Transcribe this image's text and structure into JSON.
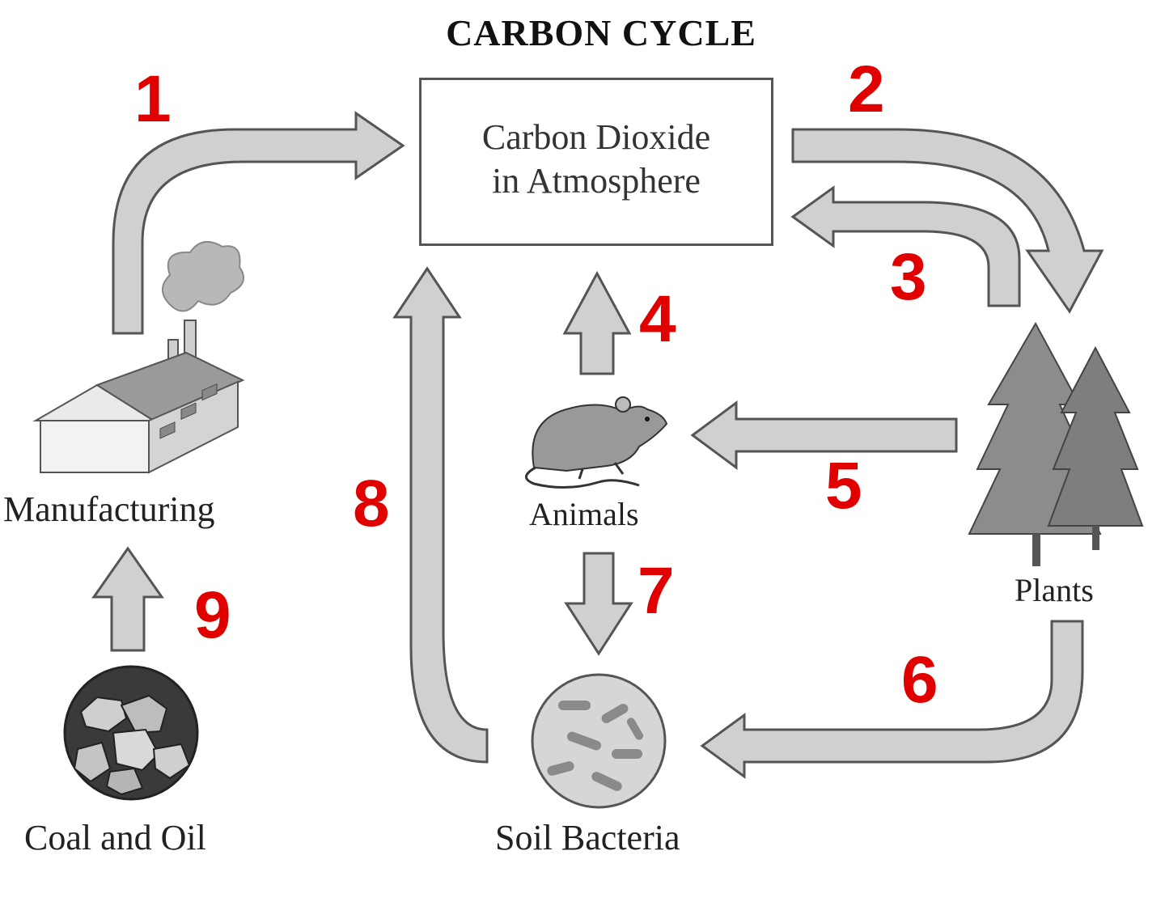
{
  "title": "CARBON CYCLE",
  "nodes": {
    "atmosphere": {
      "line1": "Carbon Dioxide",
      "line2": "in Atmosphere"
    },
    "manufacturing": "Manufacturing",
    "animals": "Animals",
    "plants": "Plants",
    "soil_bacteria": "Soil Bacteria",
    "coal_oil": "Coal and Oil"
  },
  "numbers": [
    "1",
    "2",
    "3",
    "4",
    "5",
    "6",
    "7",
    "8",
    "9"
  ],
  "colors": {
    "arrow_fill": "#d0d0d0",
    "arrow_stroke": "#555555",
    "number": "#e00000"
  }
}
